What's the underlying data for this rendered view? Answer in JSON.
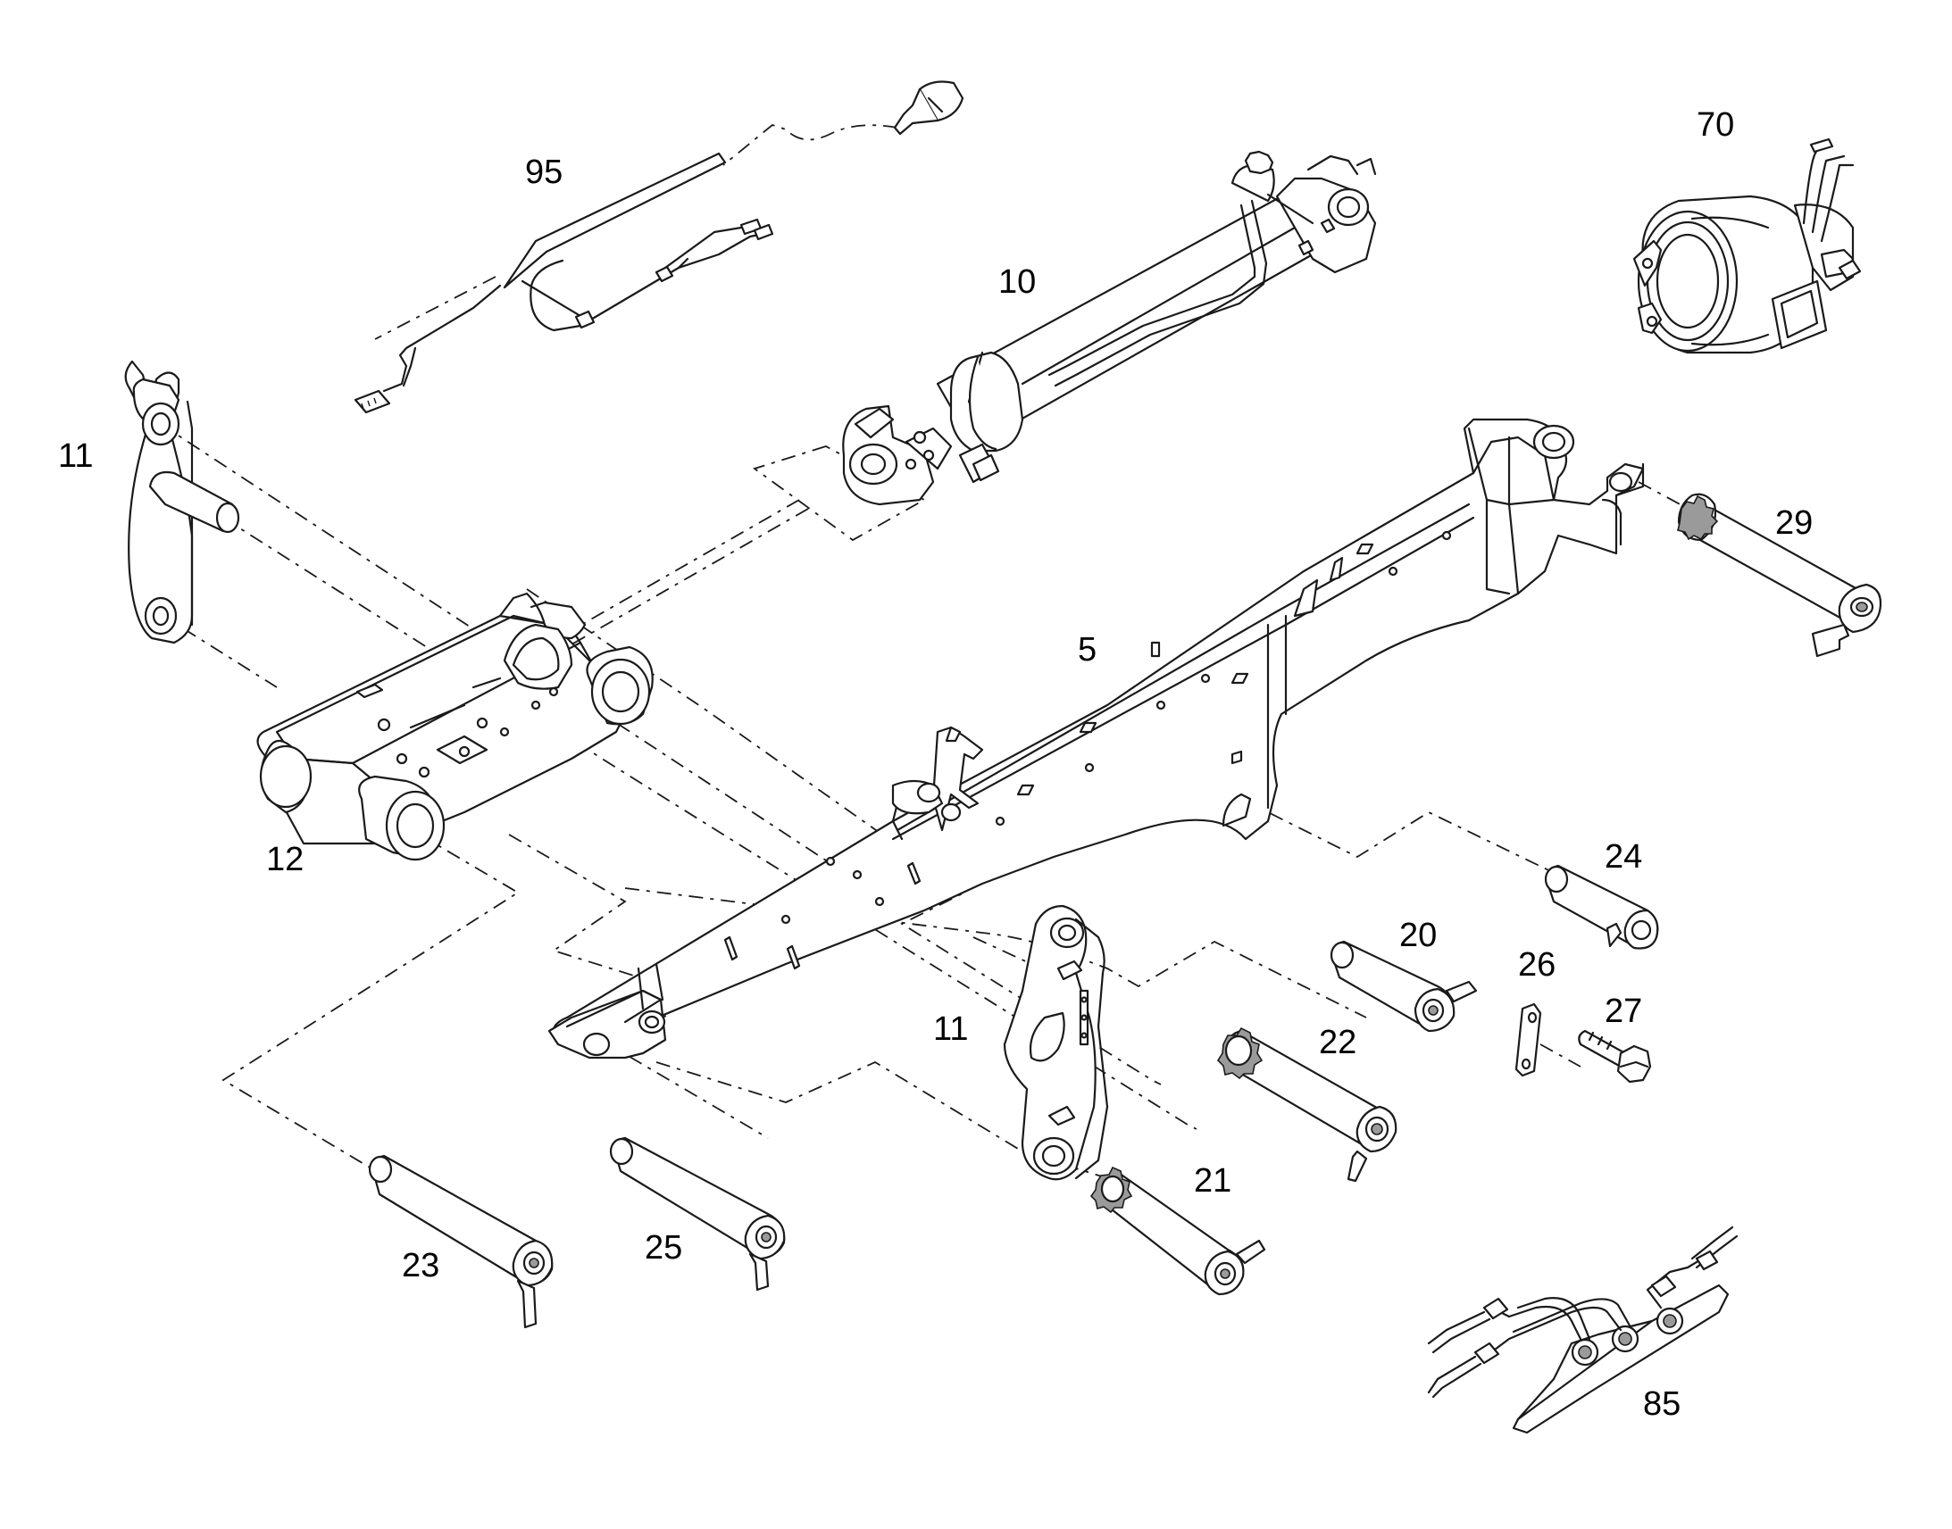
{
  "diagram": {
    "parts": [
      {
        "id": "p95",
        "label": "95",
        "icon": "sensor-harness-icon"
      },
      {
        "id": "p10",
        "label": "10",
        "icon": "hydraulic-cylinder-icon"
      },
      {
        "id": "p70",
        "label": "70",
        "icon": "motor-unit-icon"
      },
      {
        "id": "p11a",
        "label": "11",
        "icon": "link-plate-icon"
      },
      {
        "id": "p12",
        "label": "12",
        "icon": "yoke-bracket-icon"
      },
      {
        "id": "p5",
        "label": "5",
        "icon": "boom-arm-icon"
      },
      {
        "id": "p29",
        "label": "29",
        "icon": "pin-icon"
      },
      {
        "id": "p24",
        "label": "24",
        "icon": "pin-icon"
      },
      {
        "id": "p20",
        "label": "20",
        "icon": "pin-icon"
      },
      {
        "id": "p26",
        "label": "26",
        "icon": "retainer-plate-icon"
      },
      {
        "id": "p27",
        "label": "27",
        "icon": "bolt-icon"
      },
      {
        "id": "p11b",
        "label": "11",
        "icon": "link-plate-icon"
      },
      {
        "id": "p22",
        "label": "22",
        "icon": "pin-icon"
      },
      {
        "id": "p21",
        "label": "21",
        "icon": "pin-icon"
      },
      {
        "id": "p23",
        "label": "23",
        "icon": "pin-icon"
      },
      {
        "id": "p25",
        "label": "25",
        "icon": "pin-icon"
      },
      {
        "id": "p85",
        "label": "85",
        "icon": "hose-manifold-icon"
      }
    ]
  }
}
